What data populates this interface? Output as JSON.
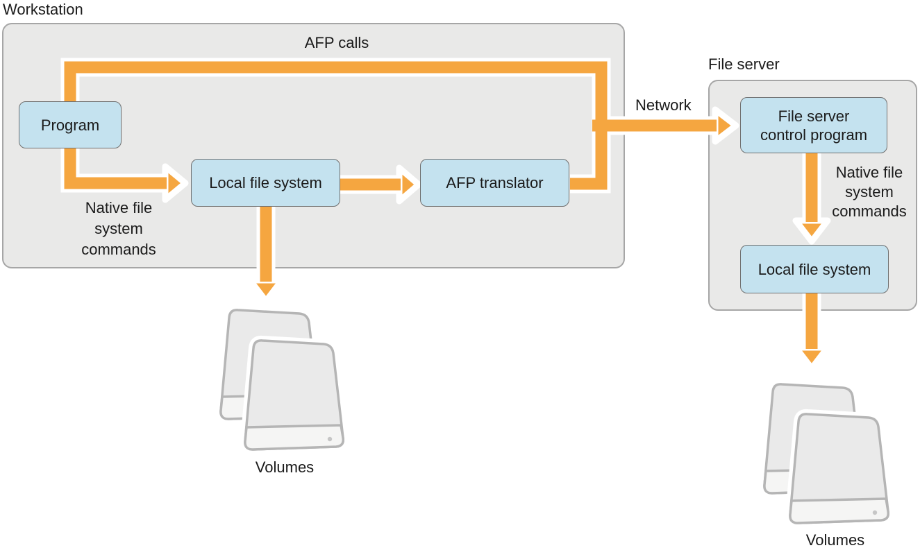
{
  "diagram": {
    "workstation": {
      "title": "Workstation",
      "afp_calls_label": "AFP calls",
      "program_label": "Program",
      "local_file_system_label": "Local file system",
      "afp_translator_label": "AFP translator",
      "native_commands_lines": [
        "Native file",
        "system",
        "commands"
      ],
      "volumes_label": "Volumes"
    },
    "network_label": "Network",
    "file_server": {
      "title": "File server",
      "control_program_lines": [
        "File server",
        "control program"
      ],
      "local_file_system_label": "Local file system",
      "native_commands_lines": [
        "Native file",
        "system",
        "commands"
      ],
      "volumes_label": "Volumes"
    },
    "colors": {
      "arrow_orange": "#f5a640",
      "arrow_outline": "#ffffff",
      "node_fill": "#c4e2ef",
      "node_border": "#6f6f6f",
      "container_fill": "#e9e9e8",
      "container_border": "#a6a6a6",
      "drive_fill": "#eaeaea",
      "drive_band_fill": "#f5f5f4",
      "drive_border": "#b5b5b5"
    }
  }
}
